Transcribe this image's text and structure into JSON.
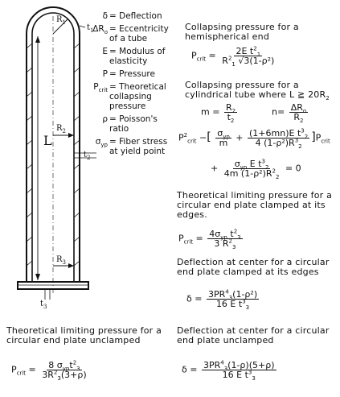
{
  "diagram": {
    "labels": {
      "r1": "R",
      "t1": "t",
      "L": "L",
      "r2": "R",
      "t2": "t",
      "r3": "R",
      "t3": "t"
    },
    "subs": {
      "r1": "1",
      "t1": "1",
      "r2": "2",
      "t2": "2",
      "r3": "3",
      "t3": "3"
    }
  },
  "legend": [
    {
      "sym": "δ",
      "sub": "",
      "def": "= Deflection"
    },
    {
      "sym": "ΔR",
      "sub": "o",
      "def": "= Eccentricity of a tube"
    },
    {
      "sym": "E",
      "sub": "",
      "def": "= Modulus of elasticity"
    },
    {
      "sym": "P",
      "sub": "",
      "def": "= Pressure"
    },
    {
      "sym": "P",
      "sub": "crit",
      "def": "= Theoretical collapsing pressure"
    },
    {
      "sym": "ρ",
      "sub": "",
      "def": "= Poisson's ratio"
    },
    {
      "sym": "σ",
      "sub": "yp",
      "def": "= Fiber stress at yield point"
    }
  ],
  "sections": {
    "hemi_heading": "Collapsing pressure for a hemispherical end",
    "cyl_heading": "Collapsing pressure for a cylindrical tube where L ≧ 20R",
    "cyl_heading_sub": "2",
    "plate_clamped_heading": "Theoretical limiting pressure for a circular end plate clamped at its edges.",
    "defl_clamped_heading": "Deflection at center for a circular end plate clamped at its edges",
    "plate_unclamped_heading": "Theoretical limiting pressure for a circular end plate unclamped",
    "defl_unclamped_heading": "Deflection at center for a circular end plate unclamped"
  },
  "formulas": {
    "hemi": {
      "lhs": "P",
      "lhs_sub": "crit",
      "num": "2E t",
      "den": "R",
      "den_rest": "√3(1-ρ²)"
    },
    "m": {
      "lhs": "m =",
      "num": "R",
      "den": "t"
    },
    "n": {
      "lhs": "n=",
      "num": "ΔR",
      "den": "R"
    },
    "cyl_line1_a": "P",
    "cyl_line1_b": "crit",
    "cyl_line1_minus": "−",
    "cyl_sig_num": "σ",
    "cyl_sig_den": "m",
    "cyl_plus": "+",
    "cyl_frac2_num": "(1+6mn)E t",
    "cyl_frac2_den": "4 (1-ρ²)R",
    "cyl_tail": "P",
    "cyl_line2_num": "σ",
    "cyl_line2_num_rest": "E t",
    "cyl_line2_den": "4m (1-ρ²)R",
    "cyl_line2_eq": "= 0",
    "plate_clamped": {
      "lhs": "P",
      "lhs_sub": "crit",
      "num": "4σ",
      "num_rest": "t",
      "den": "3 R"
    },
    "defl_clamped": {
      "lhs": "δ =",
      "num": "3PR",
      "num_rest": "(1-ρ²)",
      "den": "16 E t"
    },
    "plate_unclamped": {
      "lhs": "P",
      "lhs_sub": "crit",
      "num": "8 σ",
      "num_rest": "t",
      "den": "3R",
      "den_rest": "(3+ρ)"
    },
    "defl_unclamped": {
      "lhs": "δ =",
      "num": "3PR",
      "num_rest": "(1-ρ)(5+ρ)",
      "den": "16 E t"
    }
  }
}
